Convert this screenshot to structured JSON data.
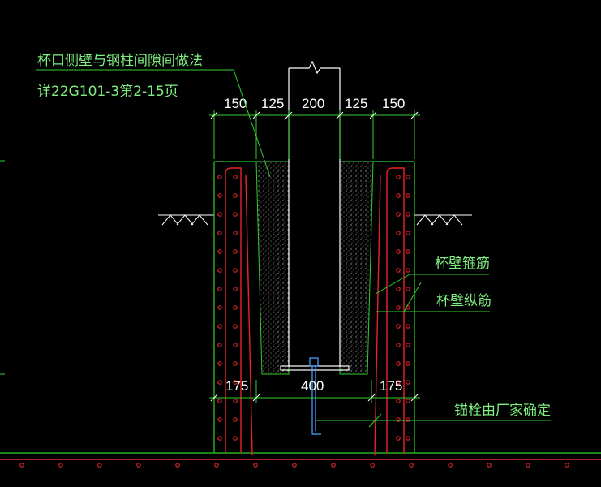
{
  "annotations": {
    "gap_method_line1": "杯口侧壁与钢柱间隙间做法",
    "gap_method_line2": "详22G101-3第2-15页",
    "cup_wall_stirrup": "杯壁箍筋",
    "cup_wall_longitudinal": "杯壁纵筋",
    "anchor_bolt_note": "锚栓由厂家确定"
  },
  "dimensions_top": [
    "150",
    "125",
    "200",
    "125",
    "150"
  ],
  "dimensions_bottom": [
    "175",
    "400",
    "175"
  ],
  "colors": {
    "background": "#000000",
    "concrete_outline": "#2fcf2f",
    "text": "#7ff07f",
    "dimension_text": "#ffffff",
    "rebar": "#e8242a",
    "steel_column": "#ffffff",
    "anchor": "#4aa8ff"
  }
}
